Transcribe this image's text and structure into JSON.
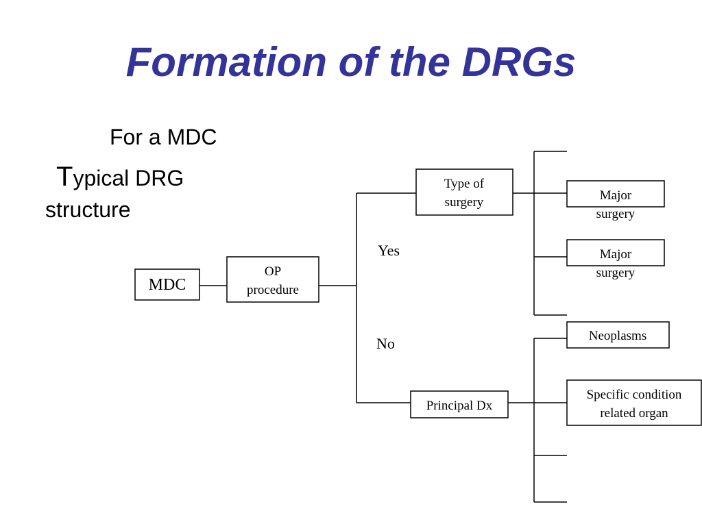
{
  "slide": {
    "title": "Formation of the DRGs",
    "for_mdc": "For a MDC",
    "typical_first_letter": "T",
    "typical_rest": "ypical DRG",
    "structure": "structure"
  },
  "diagram": {
    "mdc": "MDC",
    "op_procedure": [
      "OP",
      "procedure"
    ],
    "yes_label": "Yes",
    "no_label": "No",
    "type_of_surgery": [
      "Type of",
      "surgery"
    ],
    "major_surgery_1": [
      "Major",
      "surgery"
    ],
    "major_surgery_2": [
      "Major",
      "surgery"
    ],
    "principal_dx": "Principal Dx",
    "neoplasms": "Neoplasms",
    "specific_condition": [
      "Specific condition",
      "related organ"
    ]
  }
}
